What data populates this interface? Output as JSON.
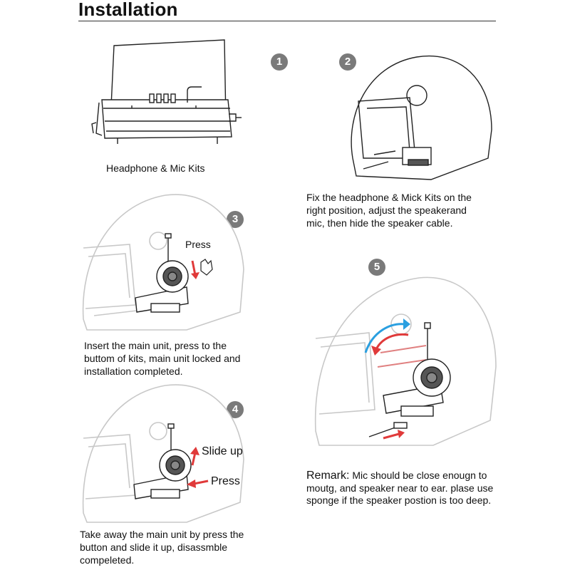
{
  "page": {
    "title": "Installation"
  },
  "badges": [
    "1",
    "2",
    "3",
    "4",
    "5"
  ],
  "step1": {
    "caption": "Headphone & Mic Kits"
  },
  "step2": {
    "caption": "Fix the headphone & Mick Kits on the\nright position, adjust the speakerand\nmic, then hide the speaker cable."
  },
  "step3": {
    "press_label": "Press",
    "caption": "Insert the main unit, press to the\nbuttom of kits, main unit locked and\ninstallation completed."
  },
  "step4": {
    "slide_label": "Slide up",
    "press_label": "Press",
    "caption": "Take away the main unit by press the\nbutton and slide it up, disassmble\ncompeleted."
  },
  "step5": {
    "remark_lead": "Remark:",
    "remark_text": " Mic should be close enougn to moutg, and speaker near to ear. plase use sponge if the speaker postion is too deep."
  },
  "colors": {
    "arrow_red": "#e03a3a",
    "arrow_blue": "#2a9fe0",
    "badge_gray": "#7a7a7a",
    "outline": "#222222",
    "helmet_light": "#c8c8c8"
  }
}
